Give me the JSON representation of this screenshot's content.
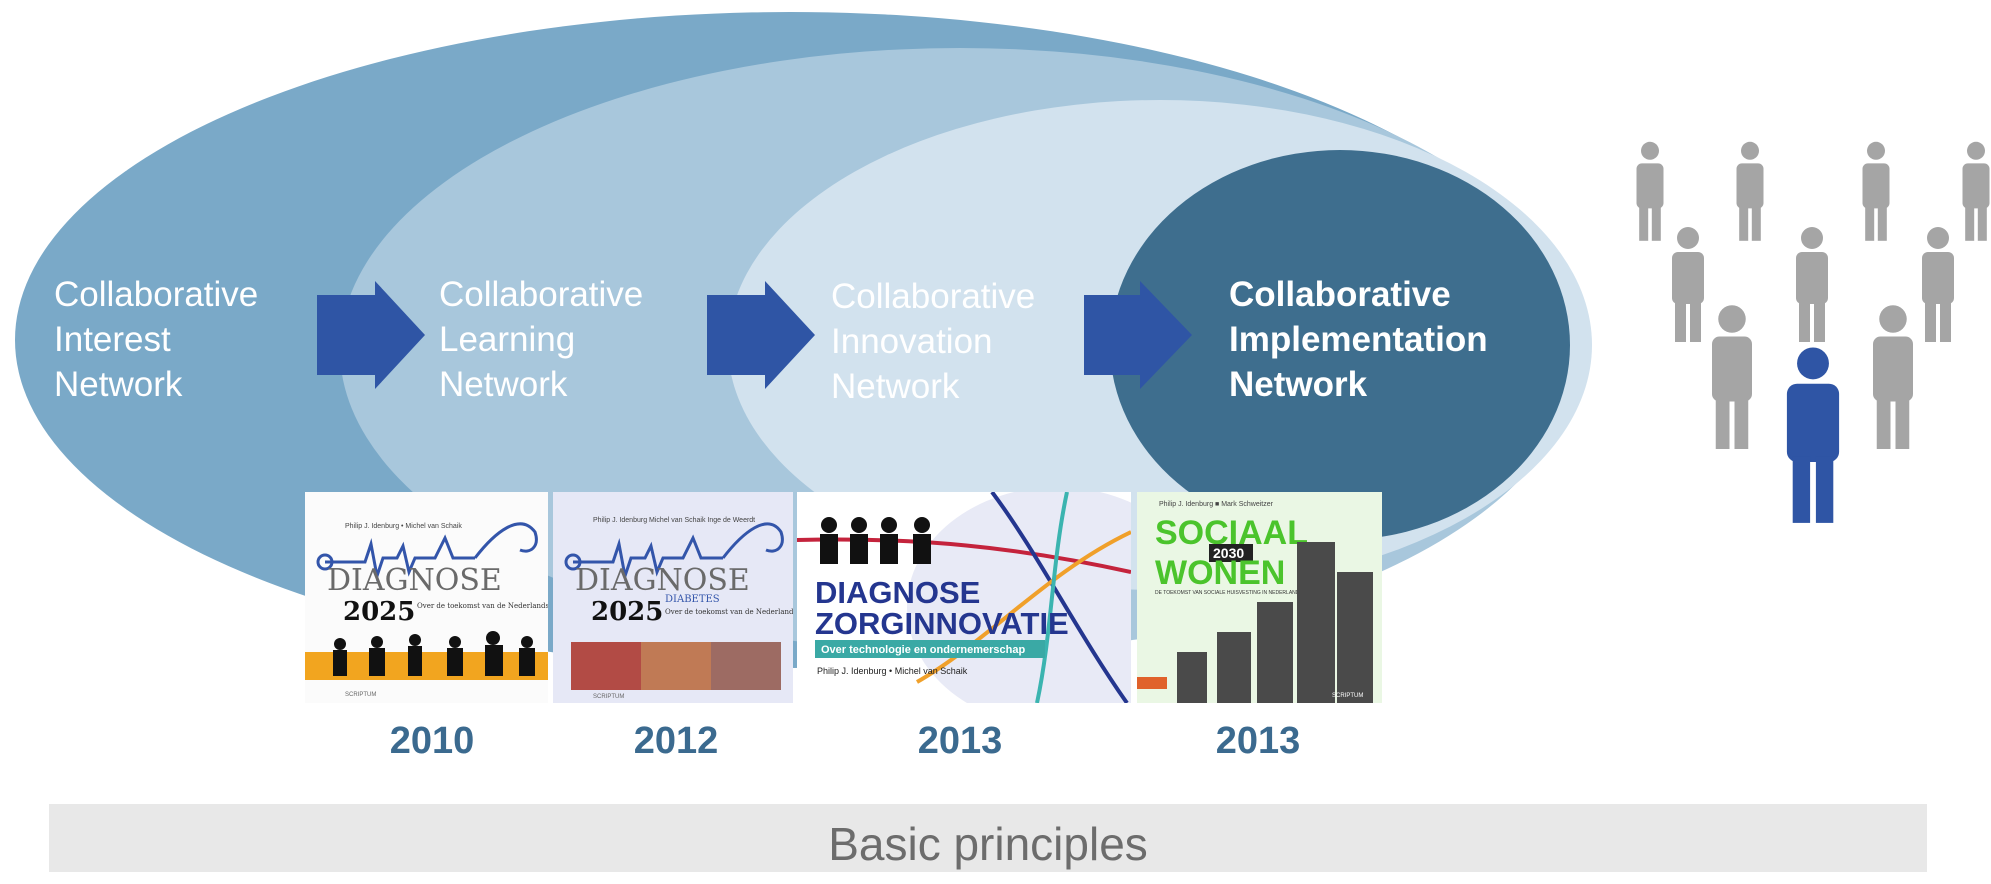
{
  "networks": [
    {
      "lines": [
        "Collaborative",
        "Interest",
        "Network"
      ]
    },
    {
      "lines": [
        "Collaborative",
        "Learning",
        "Network"
      ]
    },
    {
      "lines": [
        "Collaborative",
        "Innovation",
        "Network"
      ]
    },
    {
      "lines": [
        "Collaborative",
        "Implementation",
        "Network"
      ]
    }
  ],
  "books": [
    {
      "year": "2010",
      "authors": "Philip J. Idenburg • Michel van Schaik",
      "title": "DIAGNOSE",
      "number": "2025",
      "subtitle": "Over de toekomst van de Nederlandse gezondheidszorg",
      "publisher": "SCRIPTUM"
    },
    {
      "year": "2012",
      "authors": "Philip J. Idenburg Michel van Schaik Inge de Weerdt",
      "title": "DIAGNOSE",
      "number": "2025",
      "tag": "DIABETES",
      "subtitle": "Over de toekomst van de Nederlandse diabeteszorg",
      "publisher": "SCRIPTUM"
    },
    {
      "year": "2013",
      "title_line1": "DIAGNOSE",
      "title_line2": "ZORGINNOVATIE",
      "subtitle": "Over technologie en ondernemerschap",
      "authors": "Philip J. Idenburg • Michel van Schaik"
    },
    {
      "year": "2013",
      "authors": "Philip J. Idenburg ■ Mark Schweitzer",
      "title_line1": "SOCIAAL",
      "badge": "2030",
      "title_line2": "WONEN",
      "subtitle": "DE TOEKOMST VAN SOCIALE HUISVESTING IN NEDERLAND",
      "publisher": "SCRIPTUM"
    }
  ],
  "footer": {
    "label": "Basic principles"
  },
  "colors": {
    "outer": "#7aa9c8",
    "second": "#a8c7dc",
    "third": "#d2e2ee",
    "inner": "#3e6e8e",
    "arrow": "#2f55a5",
    "year": "#3b6a8f",
    "people_gray": "#a5a5a5",
    "people_blue": "#2f55a5",
    "footer_bg": "#e8e8e8",
    "footer_text": "#6c6c6c"
  }
}
